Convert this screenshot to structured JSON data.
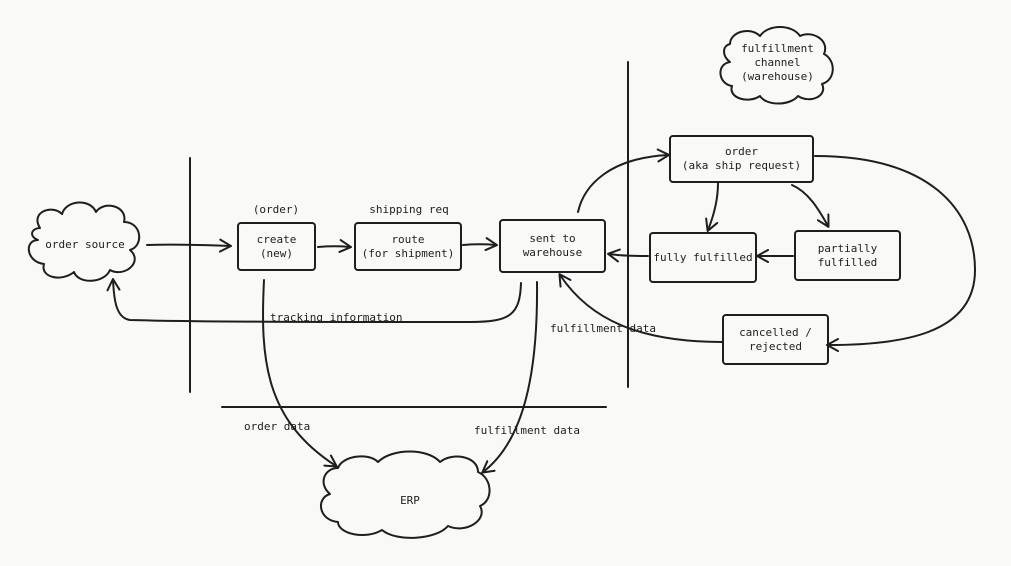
{
  "diagram": {
    "clouds": {
      "order_source": "order source",
      "erp": "ERP",
      "fulfillment_channel": "fulfillment\nchannel\n(warehouse)"
    },
    "boxes": {
      "create": "create\n(new)",
      "route": "route\n(for shipment)",
      "sent": "sent to\nwarehouse",
      "order": "order\n(aka ship request)",
      "fully": "fully fulfilled",
      "partially": "partially\nfulfilled",
      "cancelled": "cancelled /\nrejected"
    },
    "labels": {
      "order_tag": "(order)",
      "shipping_req": "shipping req",
      "tracking_info": "tracking information",
      "fulfillment_data_right": "fulfillment data",
      "order_data": "order data",
      "fulfillment_data_erp": "fulfillment data"
    }
  }
}
